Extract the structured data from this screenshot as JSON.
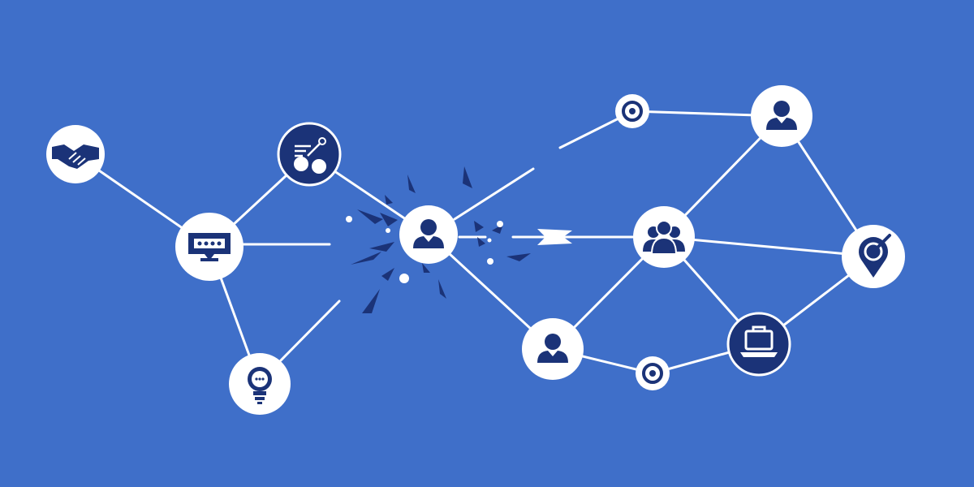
{
  "diagram": {
    "background": "#3f6fc9",
    "line_color": "#ffffff",
    "node_fill": "#ffffff",
    "accent": "#1b3378",
    "nodes": [
      {
        "id": "handshake",
        "icon": "handshake-icon"
      },
      {
        "id": "chat",
        "icon": "chat-bubble-icon"
      },
      {
        "id": "finance",
        "icon": "finance-dollar-icon"
      },
      {
        "id": "idea",
        "icon": "lightbulb-icon"
      },
      {
        "id": "center-person",
        "icon": "user-icon"
      },
      {
        "id": "target-top",
        "icon": "target-ring-icon"
      },
      {
        "id": "person-top",
        "icon": "user-icon"
      },
      {
        "id": "team",
        "icon": "team-icon"
      },
      {
        "id": "location",
        "icon": "location-pin-icon"
      },
      {
        "id": "person-bottom",
        "icon": "user-icon"
      },
      {
        "id": "target-bottom",
        "icon": "target-ring-icon"
      },
      {
        "id": "laptop",
        "icon": "laptop-icon"
      }
    ],
    "links": [
      [
        "handshake",
        "chat"
      ],
      [
        "chat",
        "finance"
      ],
      [
        "chat",
        "idea"
      ],
      [
        "finance",
        "center-person"
      ],
      [
        "target-top",
        "person-top"
      ],
      [
        "person-top",
        "team"
      ],
      [
        "person-top",
        "location"
      ],
      [
        "team",
        "location"
      ],
      [
        "team",
        "person-bottom"
      ],
      [
        "team",
        "laptop"
      ],
      [
        "center-person",
        "person-bottom"
      ],
      [
        "person-bottom",
        "target-bottom"
      ],
      [
        "target-bottom",
        "laptop"
      ],
      [
        "laptop",
        "location"
      ]
    ],
    "broken_links": [
      [
        "chat",
        "center-person"
      ],
      [
        "idea",
        "center-person"
      ],
      [
        "center-person",
        "target-top"
      ],
      [
        "center-person",
        "team"
      ]
    ]
  }
}
